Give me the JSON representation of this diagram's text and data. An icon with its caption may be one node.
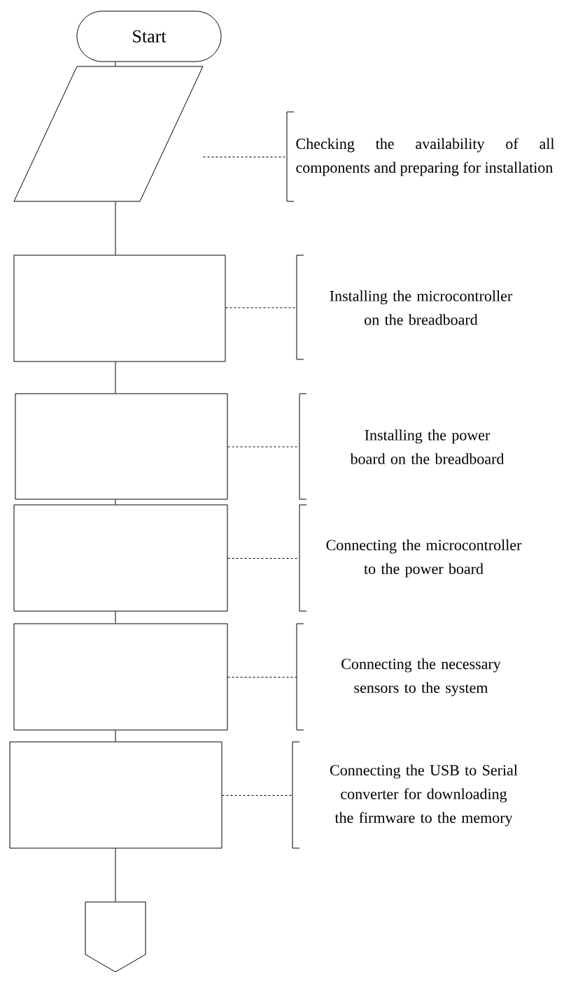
{
  "diagram": {
    "nodes": [
      {
        "text": [
          "Start"
        ]
      },
      {
        "text": [],
        "shape": "parallelogram"
      },
      {
        "text": [
          "Checking the availability of all components and preparing for installation"
        ]
      },
      {
        "text": [],
        "shape": "box"
      },
      {
        "text": [
          "Installing the microcontroller on the breadboard"
        ]
      },
      {
        "text": [],
        "shape": "box"
      },
      {
        "text": [
          "Installing the power board on the breadboard"
        ]
      },
      {
        "text": [],
        "shape": "box"
      },
      {
        "text": [
          "Connecting the microcontroller to the power board"
        ]
      },
      {
        "text": [],
        "shape": "box"
      },
      {
        "text": [
          "Connecting the necessary sensors to the system"
        ]
      },
      {
        "text": [],
        "shape": "box"
      },
      {
        "text": [
          "Connecting the USB to Serial converter for downloading the firmware to the memory"
        ]
      },
      {
        "text": [],
        "shape": "pentagon"
      }
    ],
    "edges": [
      {
        "from": 0,
        "to": 1,
        "arrow": "none"
      },
      {
        "from": 1,
        "to": 2,
        "arrow": "none",
        "style": "dashed"
      },
      {
        "from": 1,
        "to": 3,
        "arrow": "none"
      },
      {
        "from": 3,
        "to": 4,
        "arrow": "none",
        "style": "dashed"
      },
      {
        "from": 3,
        "to": 5,
        "arrow": "none"
      },
      {
        "from": 5,
        "to": 6,
        "arrow": "none",
        "style": "dashed"
      },
      {
        "from": 5,
        "to": 7,
        "arrow": "none"
      },
      {
        "from": 7,
        "to": 8,
        "arrow": "none",
        "style": "dashed"
      },
      {
        "from": 7,
        "to": 9,
        "arrow": "none"
      },
      {
        "from": 9,
        "to": 10,
        "arrow": "none",
        "style": "dashed"
      },
      {
        "from": 9,
        "to": 11,
        "arrow": "none"
      },
      {
        "from": 11,
        "to": 12,
        "arrow": "none",
        "style": "dashed"
      },
      {
        "from": 11,
        "to": 13,
        "arrow": "none"
      }
    ]
  }
}
